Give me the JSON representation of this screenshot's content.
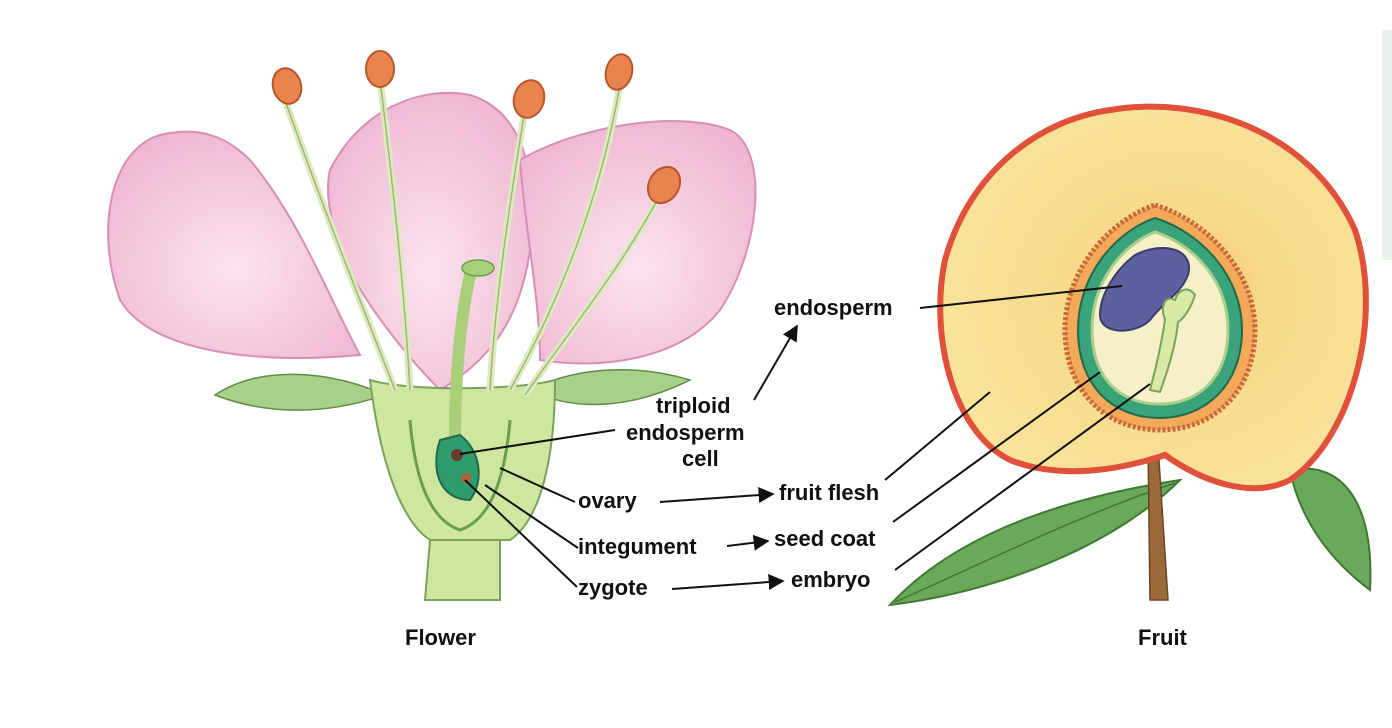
{
  "labels": {
    "endosperm": "endosperm",
    "triploid_line1": "triploid",
    "triploid_line2": "endosperm",
    "triploid_line3": "cell",
    "ovary": "ovary",
    "fruit_flesh": "fruit flesh",
    "integument": "integument",
    "seed_coat": "seed coat",
    "zygote": "zygote",
    "embryo": "embryo"
  },
  "captions": {
    "flower": "Flower",
    "fruit": "Fruit"
  },
  "colors": {
    "petal": "#f2c3d9",
    "petal_edge": "#d88fb4",
    "stamen_filament": "#dfe9c0",
    "anther": "#e9844f",
    "sepal": "#a8d08a",
    "receptacle": "#cfe6a0",
    "ovule": "#2f9c6e",
    "fruit_flesh": "#f7dc8a",
    "fruit_skin": "#e0503a",
    "seed_coat": "#3aa37a",
    "endosperm": "#5d5f9e",
    "leaf": "#6aa85a"
  }
}
